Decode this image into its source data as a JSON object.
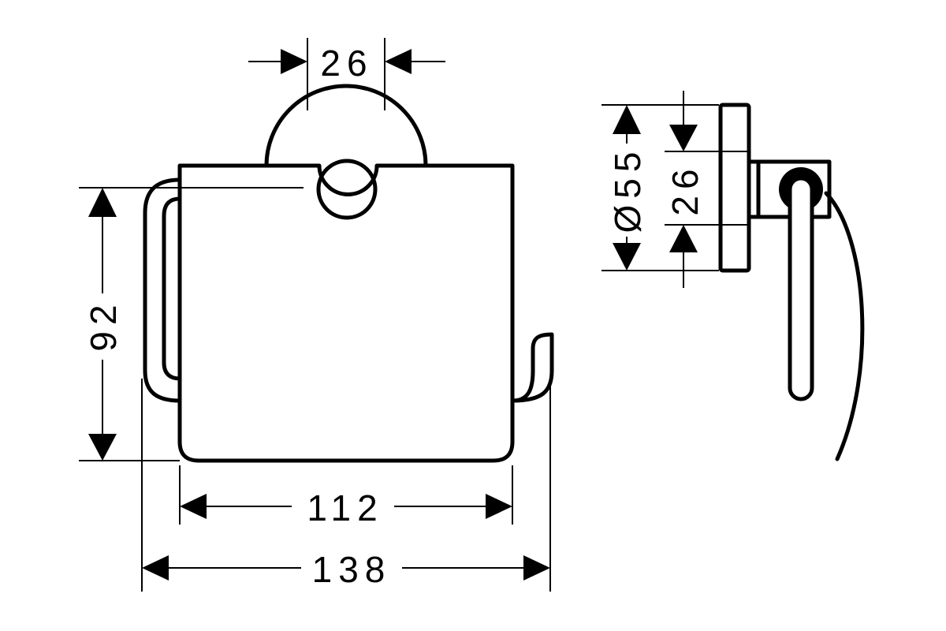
{
  "dimensions": {
    "top_width": "26",
    "height": "92",
    "cover_width": "112",
    "overall_width": "138",
    "rosette_diameter": "Ø55",
    "side_bar": "26"
  },
  "colors": {
    "line": "#000000",
    "background": "#ffffff"
  }
}
